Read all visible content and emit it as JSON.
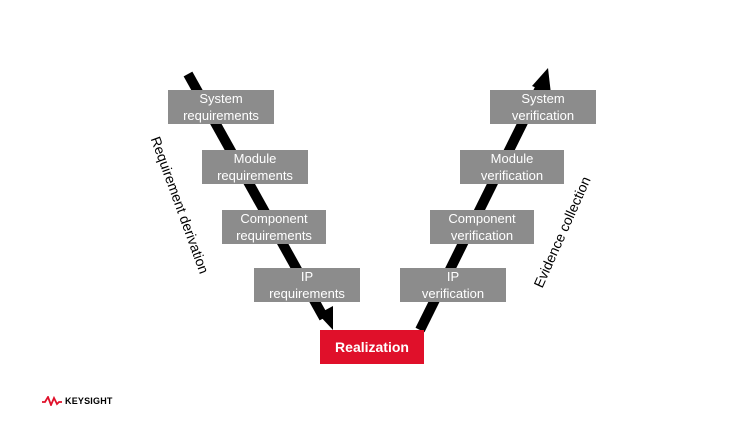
{
  "left_boxes": [
    {
      "line1": "System",
      "line2": "requirements"
    },
    {
      "line1": "Module",
      "line2": "requirements"
    },
    {
      "line1": "Component",
      "line2": "requirements"
    },
    {
      "line1": "IP",
      "line2": "requirements"
    }
  ],
  "right_boxes": [
    {
      "line1": "System",
      "line2": "verification"
    },
    {
      "line1": "Module",
      "line2": "verification"
    },
    {
      "line1": "Component",
      "line2": "verification"
    },
    {
      "line1": "IP",
      "line2": "verification"
    }
  ],
  "center": {
    "label": "Realization"
  },
  "left_side_label": "Requirement derivation",
  "right_side_label": "Evidence collection",
  "logo": {
    "text": "KEYSIGHT"
  },
  "colors": {
    "box": "#8c8c8c",
    "accent": "#e0102a",
    "arrow": "#000000"
  }
}
